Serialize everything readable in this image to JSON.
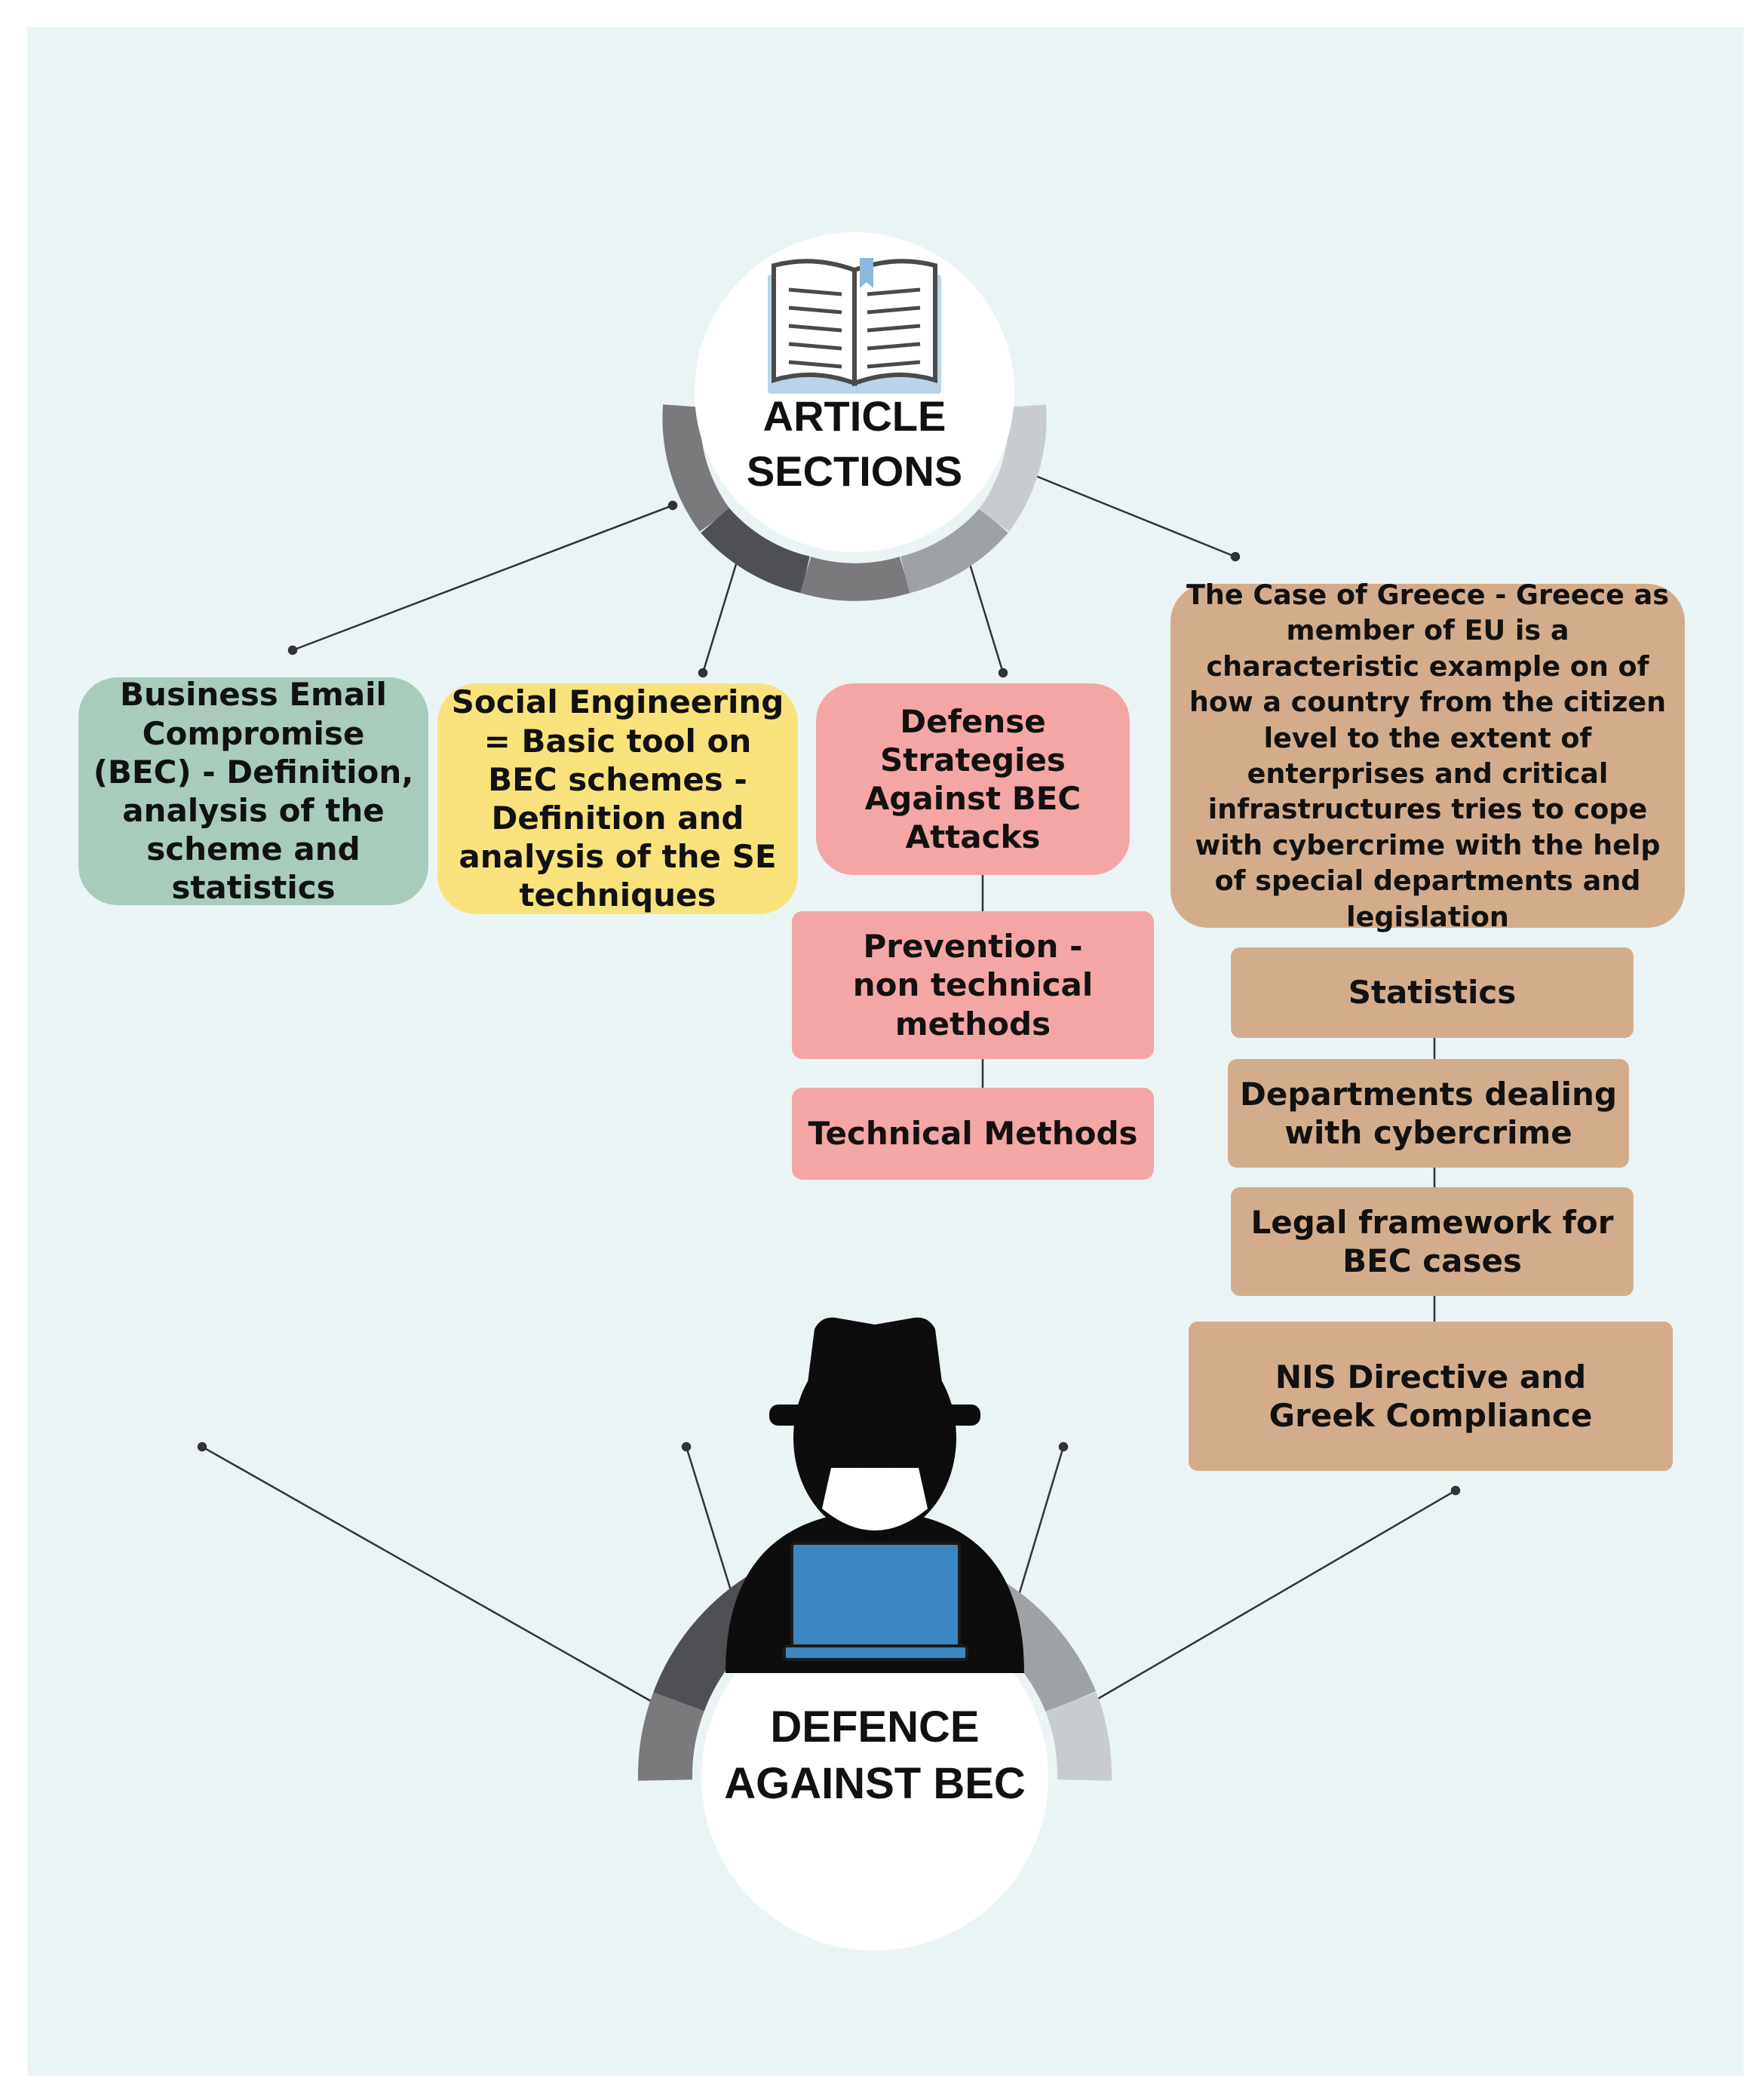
{
  "hub_top": {
    "line1": "ARTICLE",
    "line2": "SECTIONS",
    "icon": "open-book-icon"
  },
  "hub_bottom": {
    "line1": "DEFENCE",
    "line2": "AGAINST BEC",
    "icon": "hacker-with-laptop-icon"
  },
  "sections": {
    "bec": "Business Email Compromise (BEC) - Definition, analysis of the scheme and statistics",
    "social_engineering": "Social Engineering = Basic tool on BEC schemes - Definition and analysis of the SE techniques",
    "defense": {
      "title": "Defense Strategies Against BEC Attacks",
      "items": [
        "Prevention - non technical methods",
        "Technical Methods"
      ]
    },
    "greece": {
      "title": "The Case of Greece - Greece as member of EU is a characteristic example on of how a country from the citizen level to the extent of enterprises and critical infrastructures tries to cope with cybercrime with the help of special departments and legislation",
      "items": [
        "Statistics",
        "Departments  dealing with cybercrime",
        "Legal framework for BEC cases",
        "NIS Directive and Greek Compliance"
      ]
    }
  },
  "colors": {
    "background": "#ebf4f5",
    "green": "#a8cbbc",
    "yellow": "#f8e27c",
    "pink": "#f4a5a5",
    "tan": "#d3ad8b",
    "laptop": "#3a87c4"
  }
}
